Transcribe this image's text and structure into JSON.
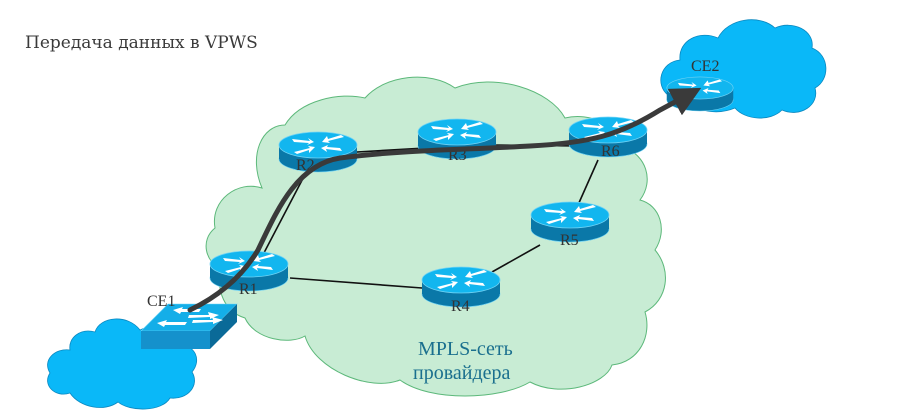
{
  "title": "Передача данных в VPWS",
  "mpls_cloud": {
    "label_line1": "MPLS-сеть",
    "label_line2": "провайдера",
    "fill": "#c8ecd4",
    "stroke": "#5cb87a"
  },
  "customer_cloud_color": "#0ab8f8",
  "devices": {
    "ce1": {
      "label": "CE1",
      "type": "switch"
    },
    "ce2": {
      "label": "CE2",
      "type": "router"
    },
    "r1": {
      "label": "R1",
      "type": "router"
    },
    "r2": {
      "label": "R2",
      "type": "router"
    },
    "r3": {
      "label": "R3",
      "type": "router"
    },
    "r4": {
      "label": "R4",
      "type": "router"
    },
    "r5": {
      "label": "R5",
      "type": "router"
    },
    "r6": {
      "label": "R6",
      "type": "router"
    }
  },
  "links": [
    [
      "R1",
      "R2"
    ],
    [
      "R2",
      "R3"
    ],
    [
      "R3",
      "R6"
    ],
    [
      "R6",
      "R5"
    ],
    [
      "R5",
      "R4"
    ],
    [
      "R4",
      "R1"
    ]
  ],
  "data_path": {
    "hops": [
      "CE1",
      "R1",
      "R2",
      "R3",
      "R6",
      "CE2"
    ],
    "color": "#3a3a3a"
  },
  "router_colors": {
    "top": "#12b6ef",
    "side": "#0a78a8",
    "arrows": "#ffffff"
  }
}
